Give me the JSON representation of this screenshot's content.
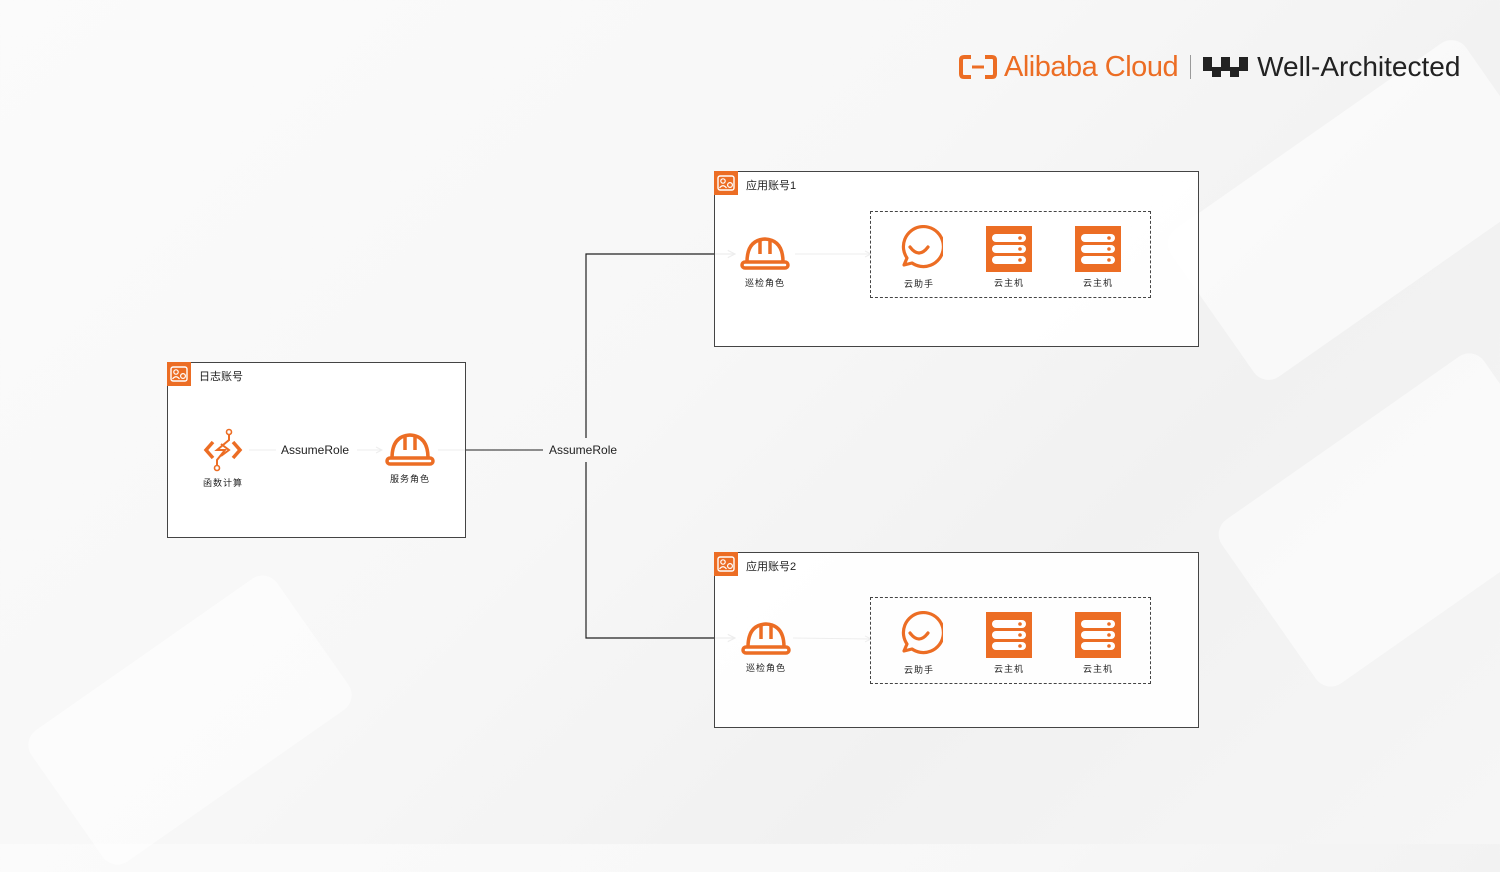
{
  "brand": {
    "alibaba_text": "Alibaba Cloud",
    "well_architected_text": "Well-Architected",
    "accent_color": "#ec6d24"
  },
  "log_account": {
    "title": "日志账号",
    "function_compute": {
      "label": "函数计算",
      "icon": "function-compute-icon"
    },
    "assume_role_label": "AssumeRole",
    "service_role": {
      "label": "服务角色",
      "icon": "hard-hat-icon"
    }
  },
  "cross_account_label": "AssumeRole",
  "app_accounts": [
    {
      "title": "应用账号1",
      "inspection_role": {
        "label": "巡检角色",
        "icon": "hard-hat-icon"
      },
      "resources": [
        {
          "label": "云助手",
          "icon": "cloud-assistant-icon"
        },
        {
          "label": "云主机",
          "icon": "server-icon"
        },
        {
          "label": "云主机",
          "icon": "server-icon"
        }
      ]
    },
    {
      "title": "应用账号2",
      "inspection_role": {
        "label": "巡检角色",
        "icon": "hard-hat-icon"
      },
      "resources": [
        {
          "label": "云助手",
          "icon": "cloud-assistant-icon"
        },
        {
          "label": "云主机",
          "icon": "server-icon"
        },
        {
          "label": "云主机",
          "icon": "server-icon"
        }
      ]
    }
  ]
}
